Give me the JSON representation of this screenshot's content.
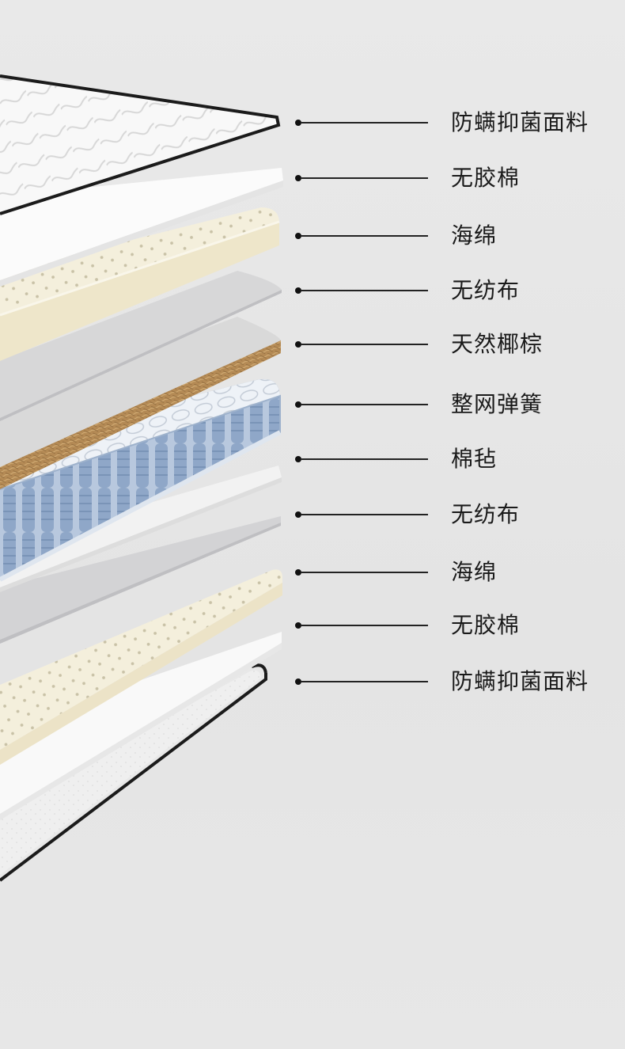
{
  "layers": [
    {
      "label": "防螨抑菌面料"
    },
    {
      "label": "无胶棉"
    },
    {
      "label": "海绵"
    },
    {
      "label": "无纺布"
    },
    {
      "label": "天然椰棕"
    },
    {
      "label": "整网弹簧"
    },
    {
      "label": "棉毡"
    },
    {
      "label": "无纺布"
    },
    {
      "label": "海绵"
    },
    {
      "label": "无胶棉"
    },
    {
      "label": "防螨抑菌面料"
    }
  ],
  "colors": {
    "background": "#e6e6e6",
    "fabric": "#f7f7f7",
    "fabric_border": "#1b1b1b",
    "cotton_layer": "#fbfbfb",
    "foam": "#f4efdc",
    "nonwoven": "#d9d9da",
    "coir": "#b48a55",
    "spring": "#8fa7c8",
    "felt": "#eeeeee",
    "label_text": "#1a1a1a"
  }
}
